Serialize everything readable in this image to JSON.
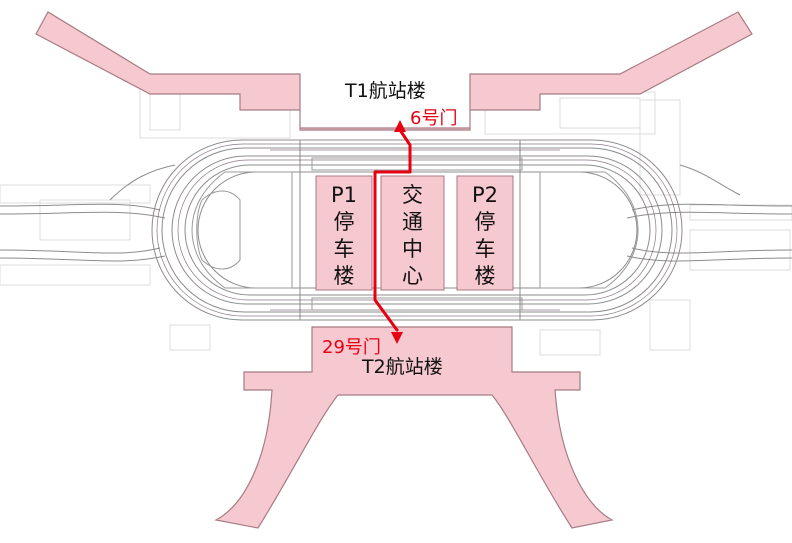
{
  "map": {
    "terminals": {
      "t1": "T1航站楼",
      "t2": "T2航站楼"
    },
    "gates": {
      "gate_6": "6号门",
      "gate_29": "29号门"
    },
    "blocks": {
      "p1": [
        "P1",
        "停",
        "车",
        "楼"
      ],
      "transport_center": [
        "交",
        "通",
        "中",
        "心"
      ],
      "p2": [
        "P2",
        "停",
        "车",
        "楼"
      ]
    },
    "colors": {
      "building_fill": "#f6c9d1",
      "building_stroke": "#a77b83",
      "route": "#e60012",
      "gate_text": "#e60012",
      "road_line": "#8c8c8c"
    }
  }
}
